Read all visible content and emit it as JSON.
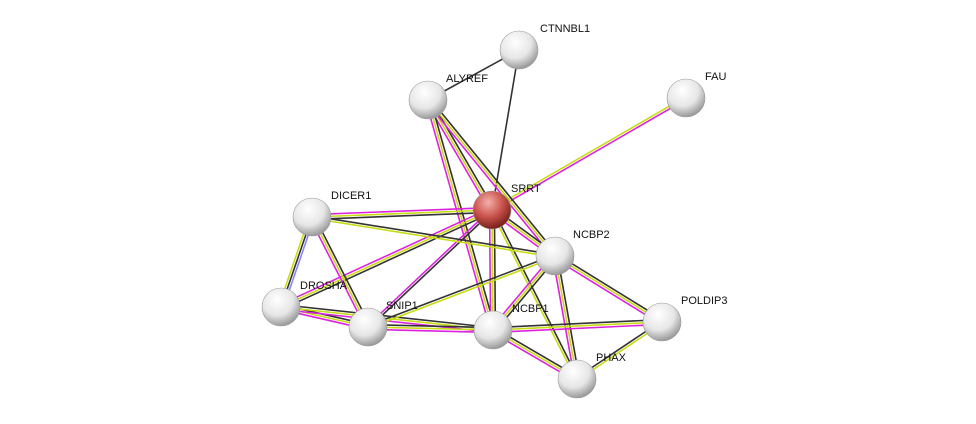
{
  "network": {
    "query_node": "SRRT",
    "nodes": [
      {
        "id": "CTNNBL1",
        "label": "CTNNBL1",
        "color": "#ffffff"
      },
      {
        "id": "ALYREF",
        "label": "ALYREF",
        "color": "#ffffff"
      },
      {
        "id": "FAU",
        "label": "FAU",
        "color": "#ffffff"
      },
      {
        "id": "SRRT",
        "label": "SRRT",
        "color": "#c0504d"
      },
      {
        "id": "DICER1",
        "label": "DICER1",
        "color": "#ffffff"
      },
      {
        "id": "NCBP2",
        "label": "NCBP2",
        "color": "#ffffff"
      },
      {
        "id": "DROSHA",
        "label": "DROSHA",
        "color": "#ffffff"
      },
      {
        "id": "SNIP1",
        "label": "SNIP1",
        "color": "#ffffff"
      },
      {
        "id": "NCBP1",
        "label": "NCBP1",
        "color": "#ffffff"
      },
      {
        "id": "POLDIP3",
        "label": "POLDIP3",
        "color": "#ffffff"
      },
      {
        "id": "PHAX",
        "label": "PHAX",
        "color": "#ffffff"
      }
    ],
    "evidence_colors": {
      "k": "#333333",
      "y": "#c8dc14",
      "m": "#dd22dd",
      "b": "#8888ff"
    },
    "edges": [
      {
        "s": "CTNNBL1",
        "t": "SRRT",
        "e": "k"
      },
      {
        "s": "CTNNBL1",
        "t": "ALYREF",
        "e": "k"
      },
      {
        "s": "FAU",
        "t": "SRRT",
        "e": "my"
      },
      {
        "s": "ALYREF",
        "t": "SRRT",
        "e": "kym"
      },
      {
        "s": "ALYREF",
        "t": "NCBP1",
        "e": "kym"
      },
      {
        "s": "ALYREF",
        "t": "NCBP2",
        "e": "kym"
      },
      {
        "s": "SRRT",
        "t": "DICER1",
        "e": "kym"
      },
      {
        "s": "SRRT",
        "t": "DROSHA",
        "e": "kym"
      },
      {
        "s": "SRRT",
        "t": "SNIP1",
        "e": "km"
      },
      {
        "s": "SRRT",
        "t": "NCBP1",
        "e": "kym"
      },
      {
        "s": "SRRT",
        "t": "NCBP2",
        "e": "kym"
      },
      {
        "s": "SRRT",
        "t": "PHAX",
        "e": "ky"
      },
      {
        "s": "DICER1",
        "t": "DROSHA",
        "e": "bky"
      },
      {
        "s": "DICER1",
        "t": "SNIP1",
        "e": "kym"
      },
      {
        "s": "DICER1",
        "t": "NCBP2",
        "e": "ky"
      },
      {
        "s": "DROSHA",
        "t": "SNIP1",
        "e": "kym"
      },
      {
        "s": "DROSHA",
        "t": "NCBP1",
        "e": "kym"
      },
      {
        "s": "SNIP1",
        "t": "NCBP1",
        "e": "kym"
      },
      {
        "s": "SNIP1",
        "t": "NCBP2",
        "e": "ky"
      },
      {
        "s": "NCBP2",
        "t": "NCBP1",
        "e": "kym"
      },
      {
        "s": "NCBP2",
        "t": "PHAX",
        "e": "kym"
      },
      {
        "s": "NCBP2",
        "t": "POLDIP3",
        "e": "kym"
      },
      {
        "s": "NCBP1",
        "t": "POLDIP3",
        "e": "kym"
      },
      {
        "s": "NCBP1",
        "t": "PHAX",
        "e": "kym"
      },
      {
        "s": "PHAX",
        "t": "POLDIP3",
        "e": "ky"
      }
    ]
  }
}
